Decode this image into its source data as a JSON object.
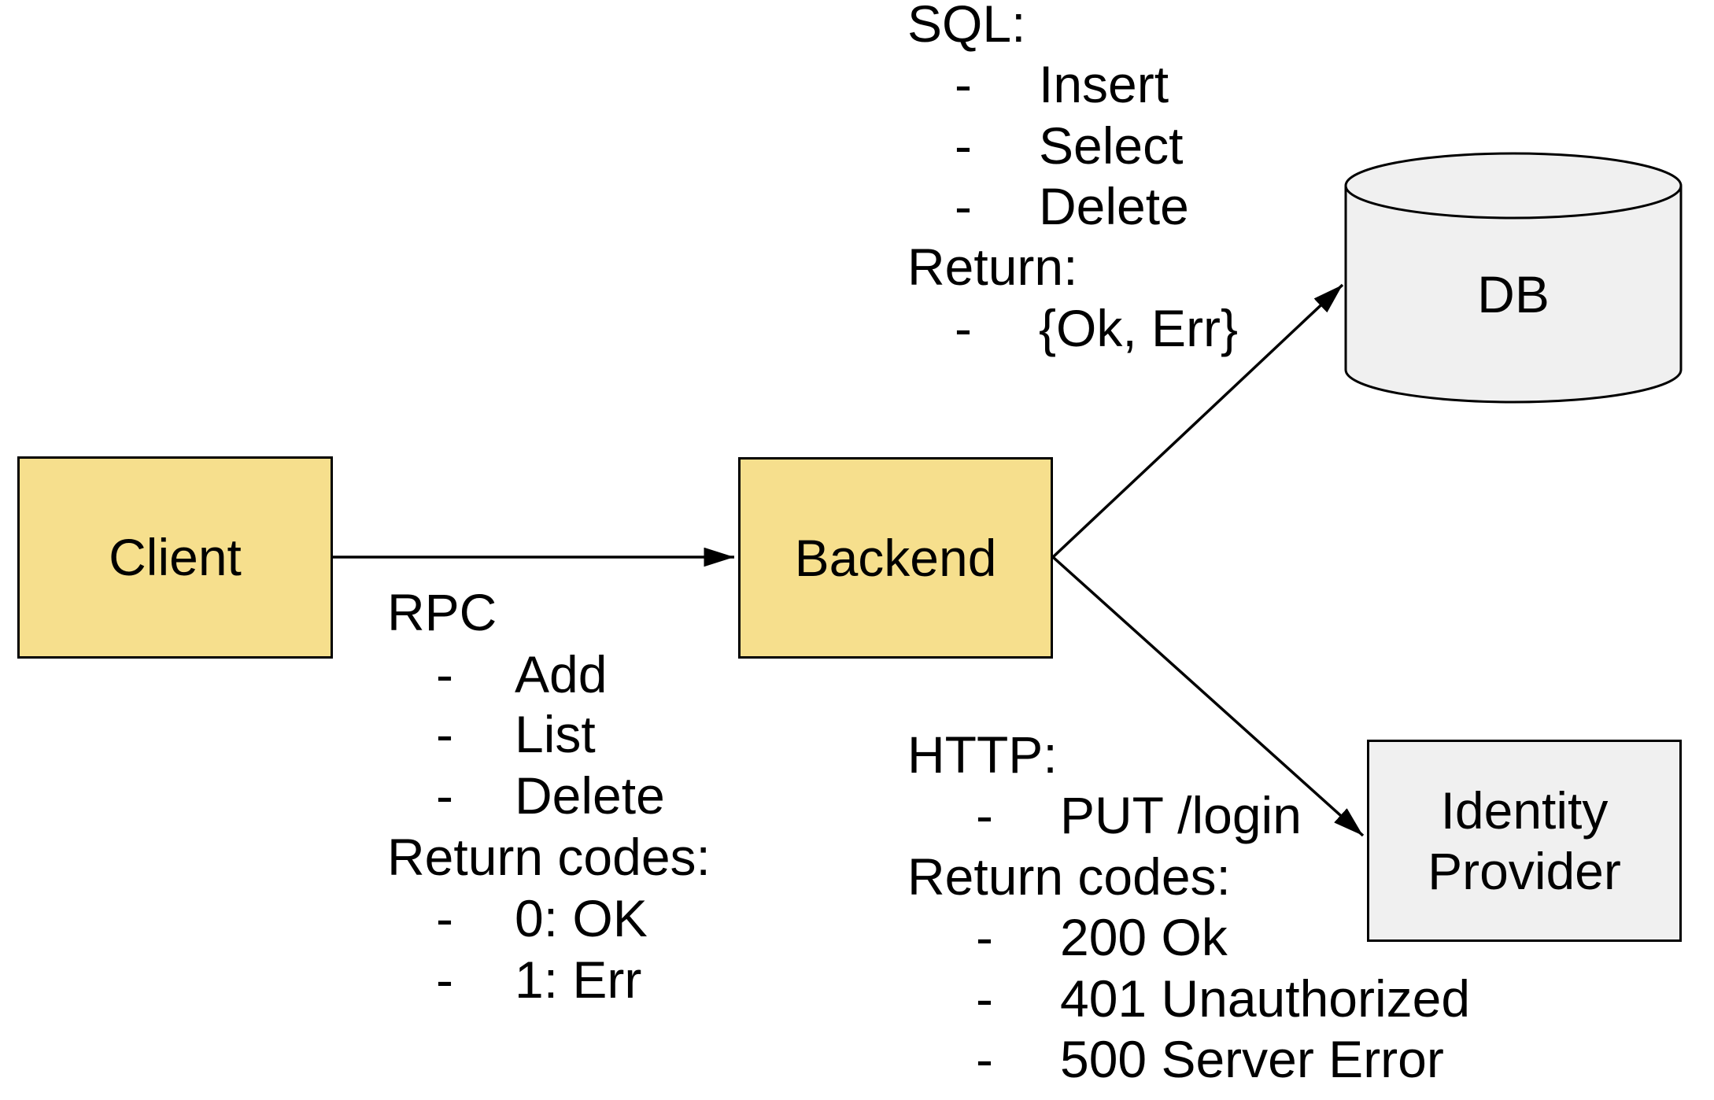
{
  "nodes": {
    "client": {
      "label": "Client",
      "shape": "rect",
      "fill": "#F6DF8D"
    },
    "backend": {
      "label": "Backend",
      "shape": "rect",
      "fill": "#F6DF8D"
    },
    "db": {
      "label": "DB",
      "shape": "cylinder",
      "fill": "#F0F0F0"
    },
    "identity_provider": {
      "label": "Identity Provider",
      "shape": "rect",
      "fill": "#F0F0F0"
    }
  },
  "edges": {
    "client_backend": {
      "from": "Client",
      "to": "Backend"
    },
    "backend_db": {
      "from": "Backend",
      "to": "DB"
    },
    "backend_idp": {
      "from": "Backend",
      "to": "Identity Provider"
    }
  },
  "ann": {
    "rpc": {
      "title": "RPC",
      "bullet": "-",
      "items": [
        "Add",
        "List",
        "Delete"
      ],
      "subtitle": "Return codes:",
      "subitems": [
        "0: OK",
        "1: Err"
      ]
    },
    "sql": {
      "title": "SQL:",
      "bullet": "-",
      "items": [
        "Insert",
        "Select",
        "Delete"
      ],
      "subtitle": "Return:",
      "subitems": [
        "{Ok, Err}"
      ]
    },
    "http": {
      "title": "HTTP:",
      "bullet": "-",
      "items": [
        "PUT /login"
      ],
      "subtitle": "Return codes:",
      "subitems": [
        "200 Ok",
        "401 Unauthorized",
        "500 Server Error"
      ]
    }
  },
  "colors": {
    "node_yellow": "#F6DF8D",
    "node_gray": "#F0F0F0",
    "stroke": "#000000",
    "background": "#FFFFFF"
  }
}
